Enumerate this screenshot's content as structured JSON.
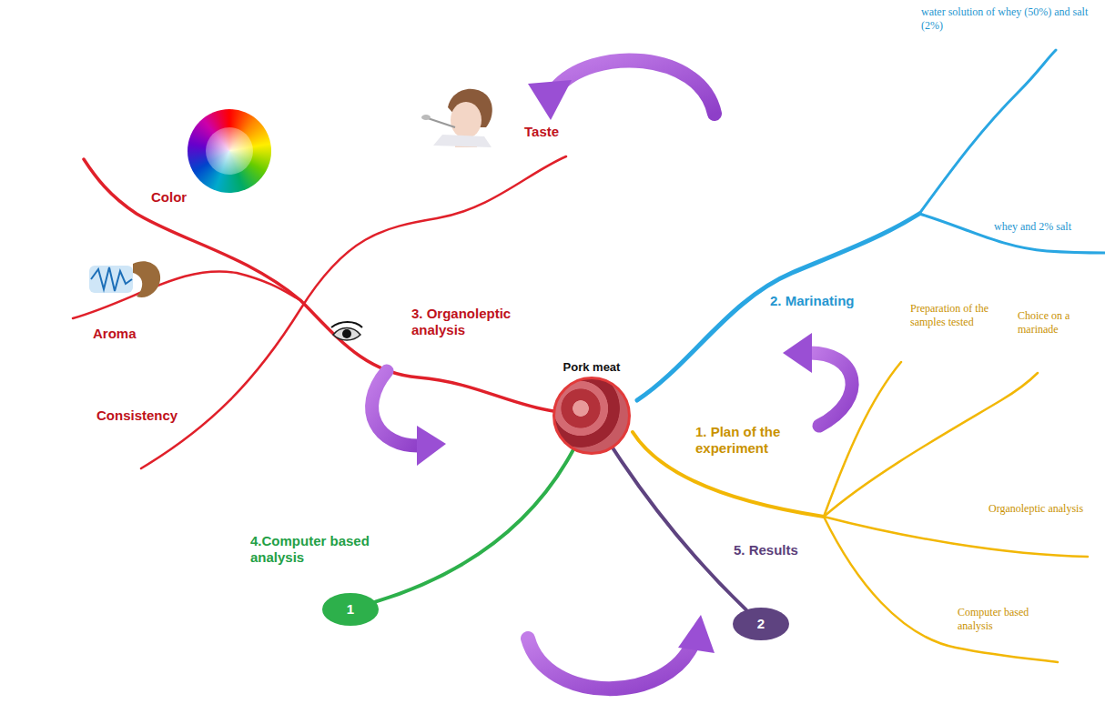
{
  "diagram": {
    "nodes": [
      {
        "text": [
          "Pork meat"
        ]
      },
      {
        "text": [
          "1"
        ]
      },
      {
        "text": [
          "2"
        ]
      }
    ],
    "edges": [
      {
        "from": 0,
        "to": 1,
        "arrow": "none",
        "label": "4.Computer based analysis"
      },
      {
        "from": 0,
        "to": 2,
        "arrow": "none",
        "label": "5. Results"
      }
    ],
    "labels": [
      "Taste",
      "Color",
      "Aroma",
      "Consistency",
      "3. Organoleptic analysis",
      "2. Marinating",
      "water solution of whey (50%) and salt (2%)",
      "whey and 2% salt",
      "1. Plan of the experiment",
      "Preparation of the samples tested",
      "Choice on a marinade",
      "Organoleptic analysis",
      "Computer based analysis"
    ]
  }
}
